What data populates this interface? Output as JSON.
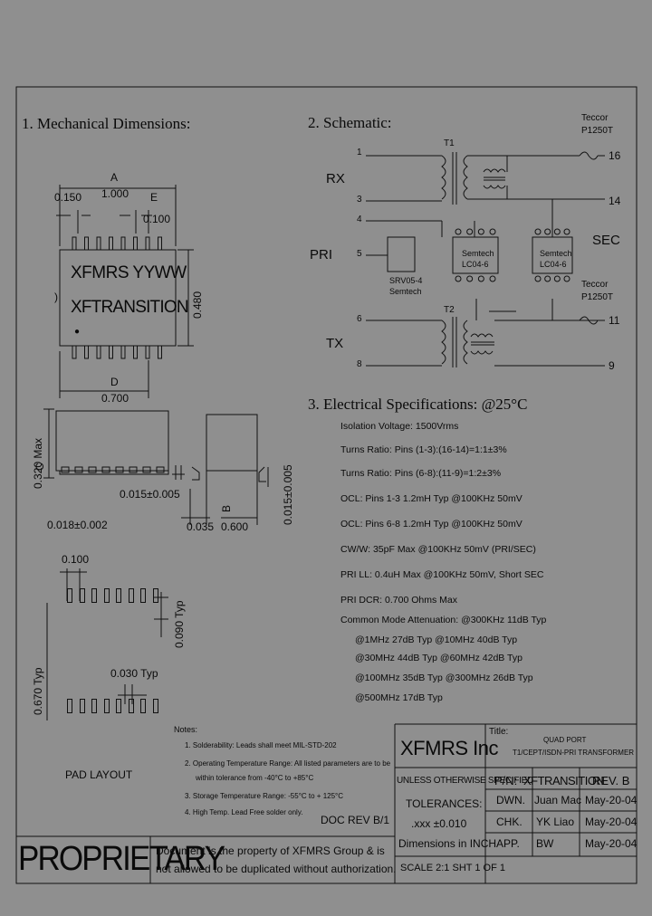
{
  "sections": {
    "mechanical_title": "1. Mechanical Dimensions:",
    "schematic_title": "2. Schematic:",
    "electrical_title": "3. Electrical Specifications: @25°C"
  },
  "mechanical": {
    "dim_A": "A",
    "dim_A_value": "1.000",
    "dim_0150": "0.150",
    "dim_E": "E",
    "dim_0100": "0.100",
    "body_text_1": "XFMRS YYWW",
    "body_text_2": "XFTRANSITION",
    "dim_0480": "0.480",
    "dim_D": "D",
    "dim_0700": "0.700",
    "dim_C": "C",
    "dim_0320_max": "0.320 Max",
    "dim_0015": "0.015±0.005",
    "dim_0018": "0.018±0.002",
    "dim_0035": "0.035",
    "dim_B": "B",
    "dim_0600": "0.600",
    "dim_0015_vert": "0.015±0.005"
  },
  "pad_layout": {
    "dim_0100": "0.100",
    "dim_0090": "0.090 Typ",
    "dim_0670": "0.670 Typ",
    "dim_0030": "0.030 Typ",
    "label": "PAD LAYOUT"
  },
  "schematic": {
    "rx": "RX",
    "pri": "PRI",
    "tx": "TX",
    "sec": "SEC",
    "t1": "T1",
    "t2": "T2",
    "teccor_1": "Teccor",
    "p1250t_1": "P1250T",
    "teccor_2": "Teccor",
    "p1250t_2": "P1250T",
    "semtech_1": "Semtech",
    "lc04_1": "LC04-6",
    "semtech_2": "Semtech",
    "lc04_2": "LC04-6",
    "srv": "SRV05-4",
    "semtech_3": "Semtech",
    "pin_1": "1",
    "pin_3": "3",
    "pin_4": "4",
    "pin_5": "5",
    "pin_6": "6",
    "pin_8": "8",
    "pin_16": "16",
    "pin_14": "14",
    "pin_11": "11",
    "pin_9": "9"
  },
  "electrical": {
    "lines": [
      "Isolation Voltage: 1500Vrms",
      "Turns Ratio: Pins (1-3):(16-14)=1:1±3%",
      "Turns Ratio: Pins (6-8):(11-9)=1:2±3%",
      "OCL: Pins 1-3 1.2mH Typ @100KHz 50mV",
      "OCL: Pins 6-8 1.2mH Typ @100KHz 50mV",
      "CW/W: 35pF Max @100KHz 50mV (PRI/SEC)",
      "PRI LL: 0.4uH Max @100KHz 50mV, Short SEC",
      "PRI DCR: 0.700 Ohms Max",
      "Common Mode Attenuation: @300KHz 11dB Typ",
      "@1MHz 27dB Typ   @10MHz 40dB Typ",
      "@30MHz 44dB Typ   @60MHz 42dB Typ",
      "@100MHz 35dB Typ   @300MHz 26dB Typ",
      "@500MHz 17dB Typ"
    ]
  },
  "notes": {
    "title": "Notes:",
    "n1": "1. Solderability: Leads shall meet MIL-STD-202",
    "n2a": "2. Operating Temperature Range: All listed parameters are to be",
    "n2b": "within tolerance from -40°C to +85°C",
    "n3": "3. Storage Temperature Range: -55°C to + 125°C",
    "n4": "4. High Temp. Lead Free solder only."
  },
  "doc_rev": "DOC REV B/1",
  "proprietary": "PROPRIETARY",
  "proprietary_note_1": "Document is the property of XFMRS Group & is",
  "proprietary_note_2": "not allowed to be duplicated without authorization.",
  "title_block": {
    "company": "XFMRS Inc",
    "title_label": "Title:",
    "title_1": "QUAD PORT",
    "title_2": "T1/CEPT/ISDN-PRI TRANSFORMER",
    "unless": "UNLESS OTHERWISE SPECIFIED",
    "tolerances": "TOLERANCES:",
    "tol_value": ".xxx ±0.010",
    "dimensions": "Dimensions in INCH",
    "scale": "SCALE 2:1 SHT 1 OF 1",
    "pn_label": "P/N:",
    "pn_value": "XFTRANSITION",
    "rev_label": "REV. B",
    "dwn_label": "DWN.",
    "dwn_name": "Juan Mac",
    "dwn_date": "May-20-04",
    "chk_label": "CHK.",
    "chk_name": "YK Liao",
    "chk_date": "May-20-04",
    "app_label": "APP.",
    "app_name": "BW",
    "app_date": "May-20-04"
  }
}
